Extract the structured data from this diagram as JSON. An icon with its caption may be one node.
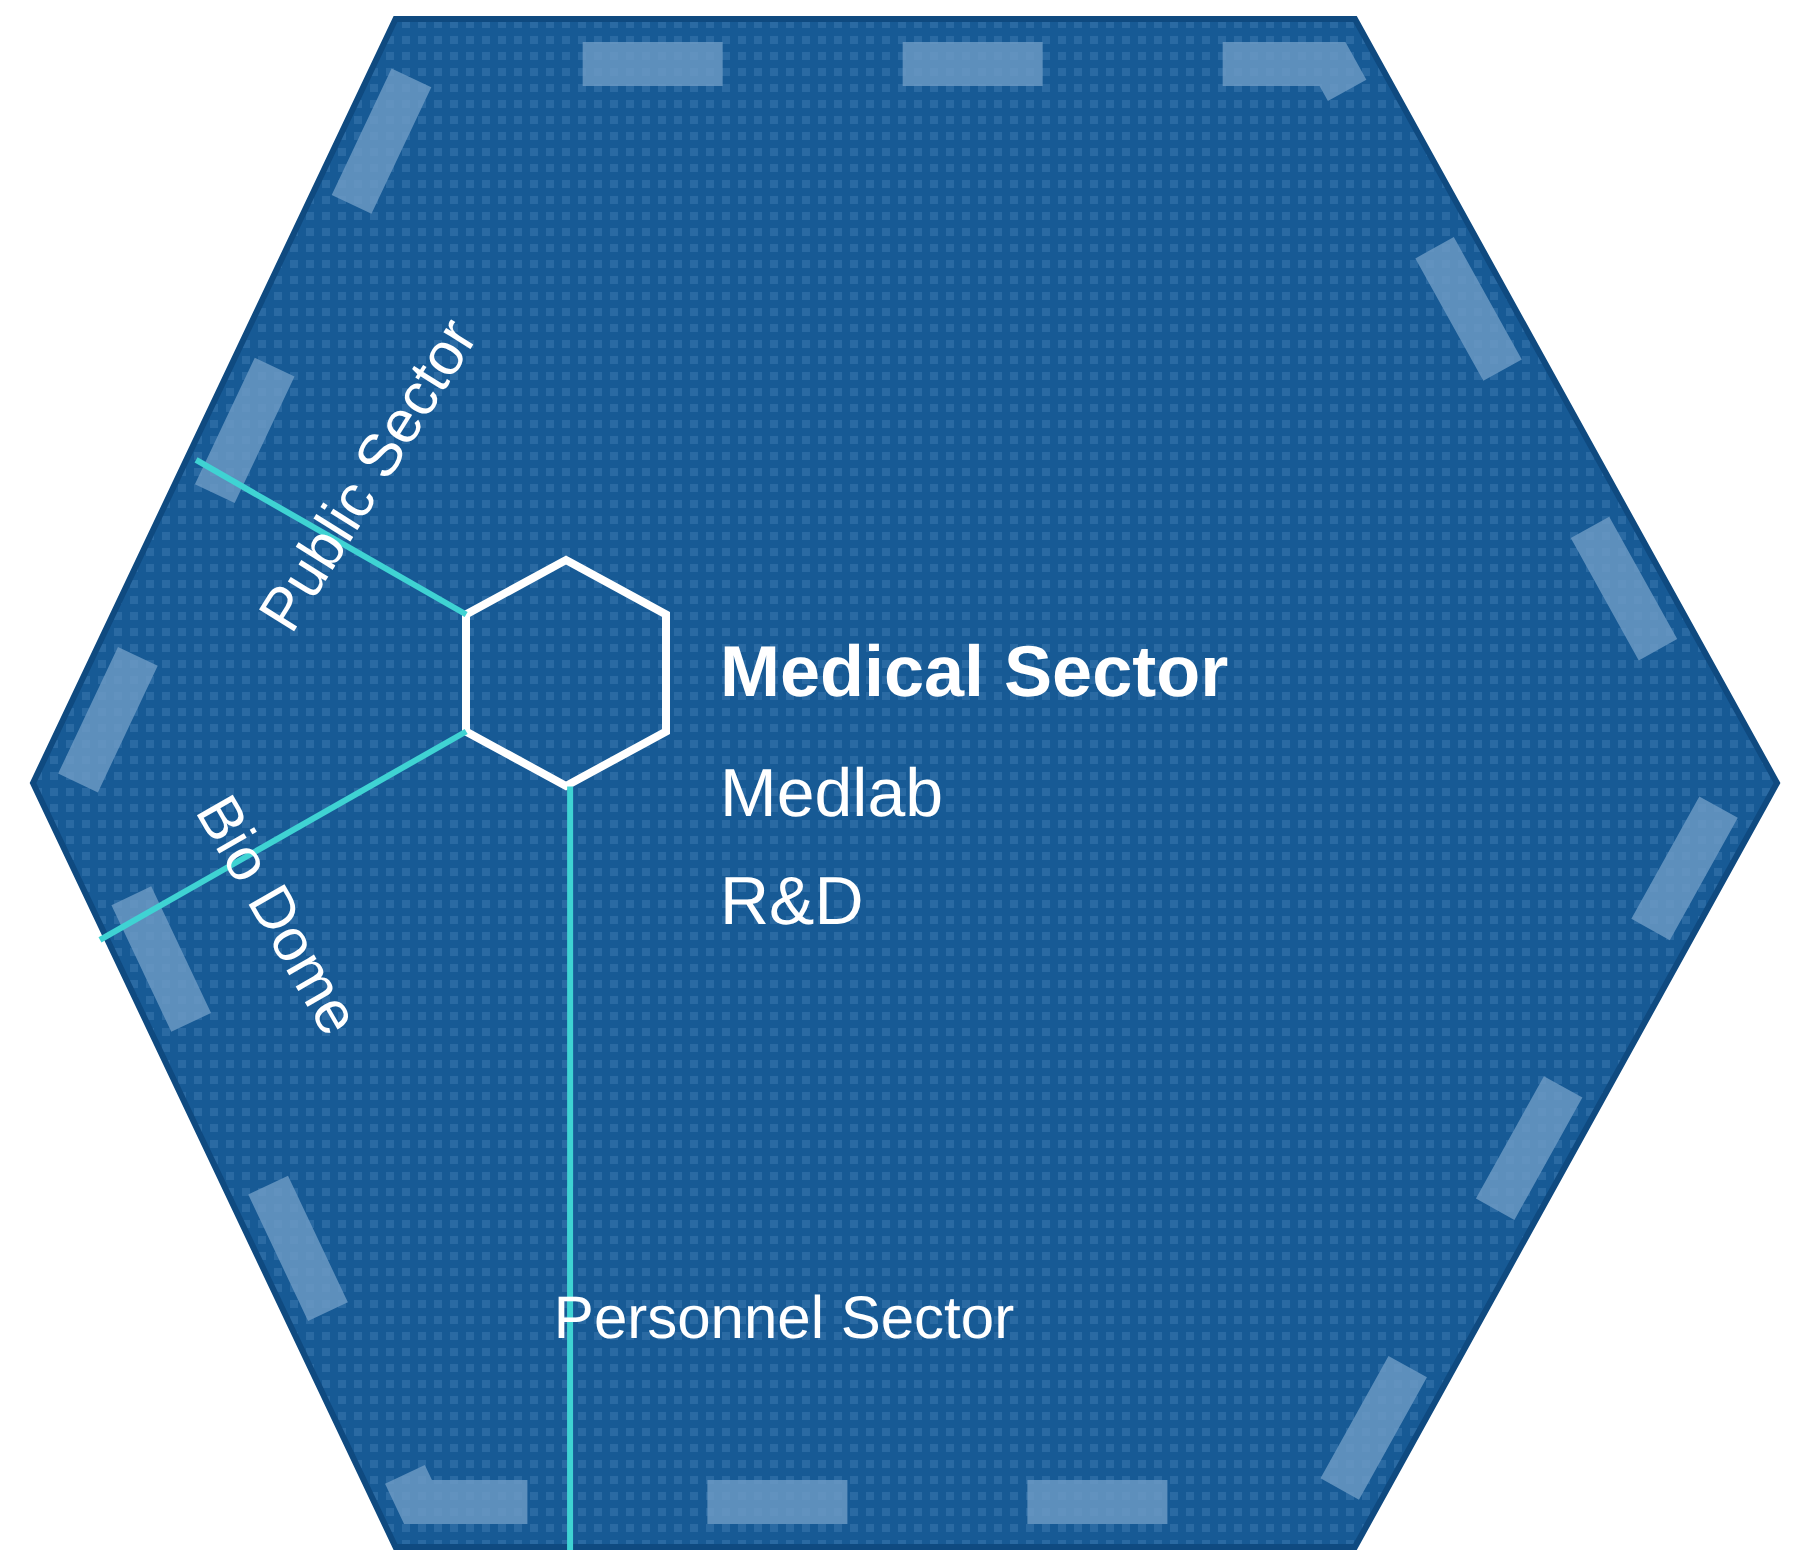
{
  "diagram": {
    "nodes": [
      {
        "text": [],
        "shape": "hexagon"
      },
      {
        "text": [],
        "shape": "hexagon",
        "in": 0,
        "beside": [
          "Medical Sector",
          "Medlab",
          "R&D"
        ]
      }
    ],
    "edges": [
      {
        "from": 1,
        "to": 0,
        "arrow": "none",
        "label": "Public Sector"
      },
      {
        "from": 1,
        "to": 0,
        "arrow": "none",
        "label": "Bio Dome"
      },
      {
        "from": 1,
        "to": 0,
        "arrow": "none",
        "label": "Personnel Sector"
      }
    ]
  }
}
